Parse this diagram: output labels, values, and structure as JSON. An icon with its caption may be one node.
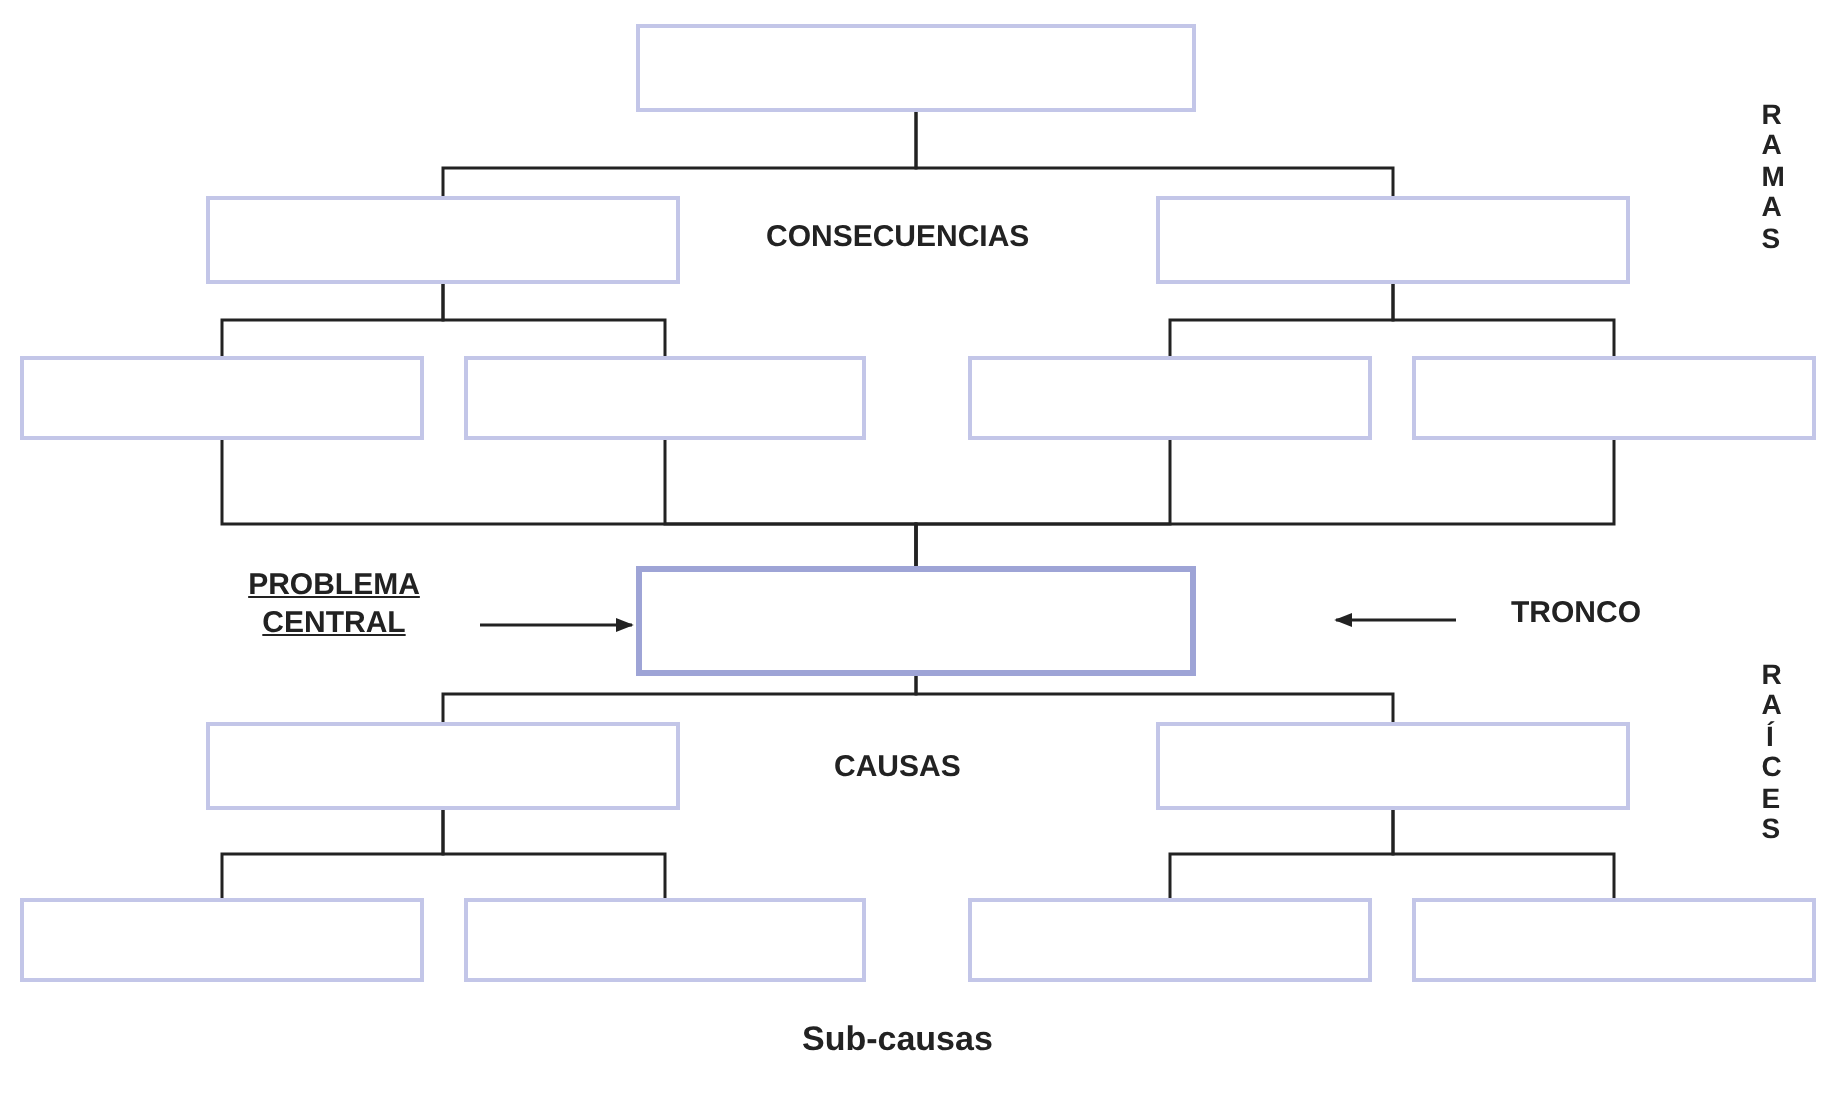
{
  "diagram": {
    "nodes": [
      {
        "text": [],
        "shape": "box"
      },
      {
        "text": [],
        "shape": "box"
      },
      {
        "text": [],
        "shape": "box"
      },
      {
        "text": [],
        "shape": "box"
      },
      {
        "text": [],
        "shape": "box"
      },
      {
        "text": [],
        "shape": "box"
      },
      {
        "text": [],
        "shape": "box"
      },
      {
        "text": [
          "PROBLEMA CENTRAL"
        ]
      },
      {
        "text": [],
        "shape": "box"
      },
      {
        "text": [
          "TRONCO"
        ]
      },
      {
        "text": [],
        "shape": "box"
      },
      {
        "text": [],
        "shape": "box"
      },
      {
        "text": [],
        "shape": "box"
      },
      {
        "text": [],
        "shape": "box"
      },
      {
        "text": [],
        "shape": "box"
      },
      {
        "text": [],
        "shape": "box"
      }
    ],
    "edges": [
      {
        "from": 0,
        "to": 1,
        "arrow": "none"
      },
      {
        "from": 0,
        "to": 2,
        "arrow": "none"
      },
      {
        "from": 1,
        "to": 3,
        "arrow": "none"
      },
      {
        "from": 1,
        "to": 4,
        "arrow": "none"
      },
      {
        "from": 2,
        "to": 5,
        "arrow": "none"
      },
      {
        "from": 2,
        "to": 6,
        "arrow": "none"
      },
      {
        "from": 3,
        "to": 8,
        "arrow": "none"
      },
      {
        "from": 4,
        "to": 8,
        "arrow": "none"
      },
      {
        "from": 5,
        "to": 8,
        "arrow": "none"
      },
      {
        "from": 6,
        "to": 8,
        "arrow": "none"
      },
      {
        "from": 7,
        "to": 8,
        "arrow": "to"
      },
      {
        "from": 9,
        "to": null,
        "arrow": "to"
      },
      {
        "from": 8,
        "to": 10,
        "arrow": "none"
      },
      {
        "from": 8,
        "to": 11,
        "arrow": "none"
      },
      {
        "from": 10,
        "to": 12,
        "arrow": "none"
      },
      {
        "from": 10,
        "to": 13,
        "arrow": "none"
      },
      {
        "from": 11,
        "to": 14,
        "arrow": "none"
      },
      {
        "from": 11,
        "to": 15,
        "arrow": "none"
      }
    ],
    "labels": [
      "RAMAS",
      "CONSECUENCIAS",
      "RAÍCES",
      "CAUSAS",
      "Sub-causas"
    ]
  }
}
